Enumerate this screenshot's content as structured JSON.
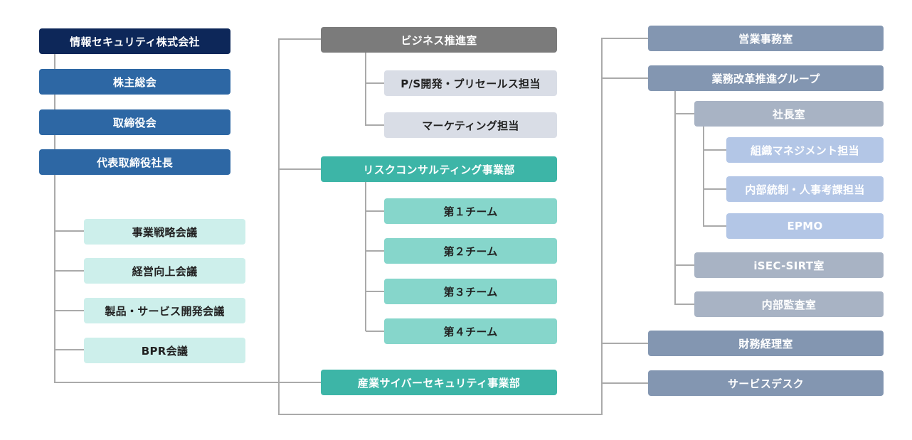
{
  "left": {
    "company": "情報セキュリティ株式会社",
    "shareholders": "株主総会",
    "board": "取締役会",
    "ceo": "代表取締役社長",
    "meetings": [
      "事業戦略会議",
      "経営向上会議",
      "製品・サービス開発会議",
      "BPR会議"
    ]
  },
  "middle": {
    "business": "ビジネス推進室",
    "business_children": [
      "P/S開発・プリセールス担当",
      "マーケティング担当"
    ],
    "risk": "リスクコンサルティング事業部",
    "risk_children": [
      "第１チーム",
      "第２チーム",
      "第３チーム",
      "第４チーム"
    ],
    "industrial": "産業サイバーセキュリティ事業部"
  },
  "right": {
    "sales": "営業事務室",
    "reform": "業務改革推進グループ",
    "president": "社長室",
    "president_children": [
      "組織マネジメント担当",
      "内部統制・人事考課担当",
      "EPMO"
    ],
    "sirt": "iSEC-SIRT室",
    "audit": "内部監査室",
    "finance": "財務経理室",
    "servicedesk": "サービスデスク"
  },
  "colors": {
    "navy": "#0d2759",
    "blue": "#2d67a4",
    "mint": "#cdefeb",
    "gray_dark": "#7b7b7b",
    "gray_light": "#d9dde6",
    "teal": "#3db5a7",
    "teal_mid": "#86d6cb",
    "slate": "#8396b1",
    "slate_light": "#a8b3c4",
    "periwinkle": "#b3c6e6",
    "connector": "#aaaaaa"
  }
}
